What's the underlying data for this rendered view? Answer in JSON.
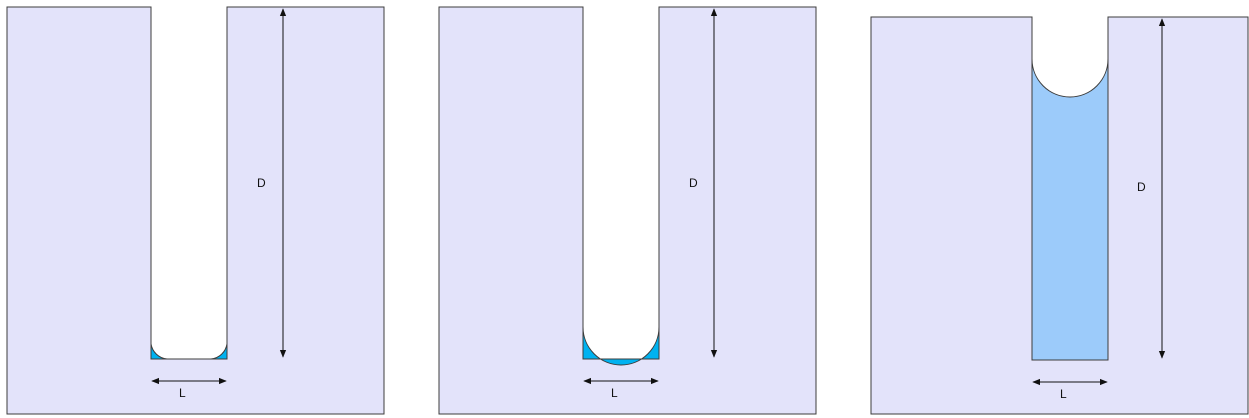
{
  "panels": [
    {
      "id": "panel-1",
      "state": "liquid-in-bottom-corners",
      "depth_label": "D",
      "width_label": "L"
    },
    {
      "id": "panel-2",
      "state": "liquid-meniscus-at-bottom",
      "depth_label": "D",
      "width_label": "L"
    },
    {
      "id": "panel-3",
      "state": "channel-filled-with-meniscus-near-top",
      "depth_label": "D",
      "width_label": "L"
    }
  ],
  "colors": {
    "block": "#e3e3fa",
    "outline": "#3c3c3c",
    "liquid_bright": "#00b2f0",
    "liquid_light": "#9ccbfa",
    "background": "#ffffff"
  }
}
